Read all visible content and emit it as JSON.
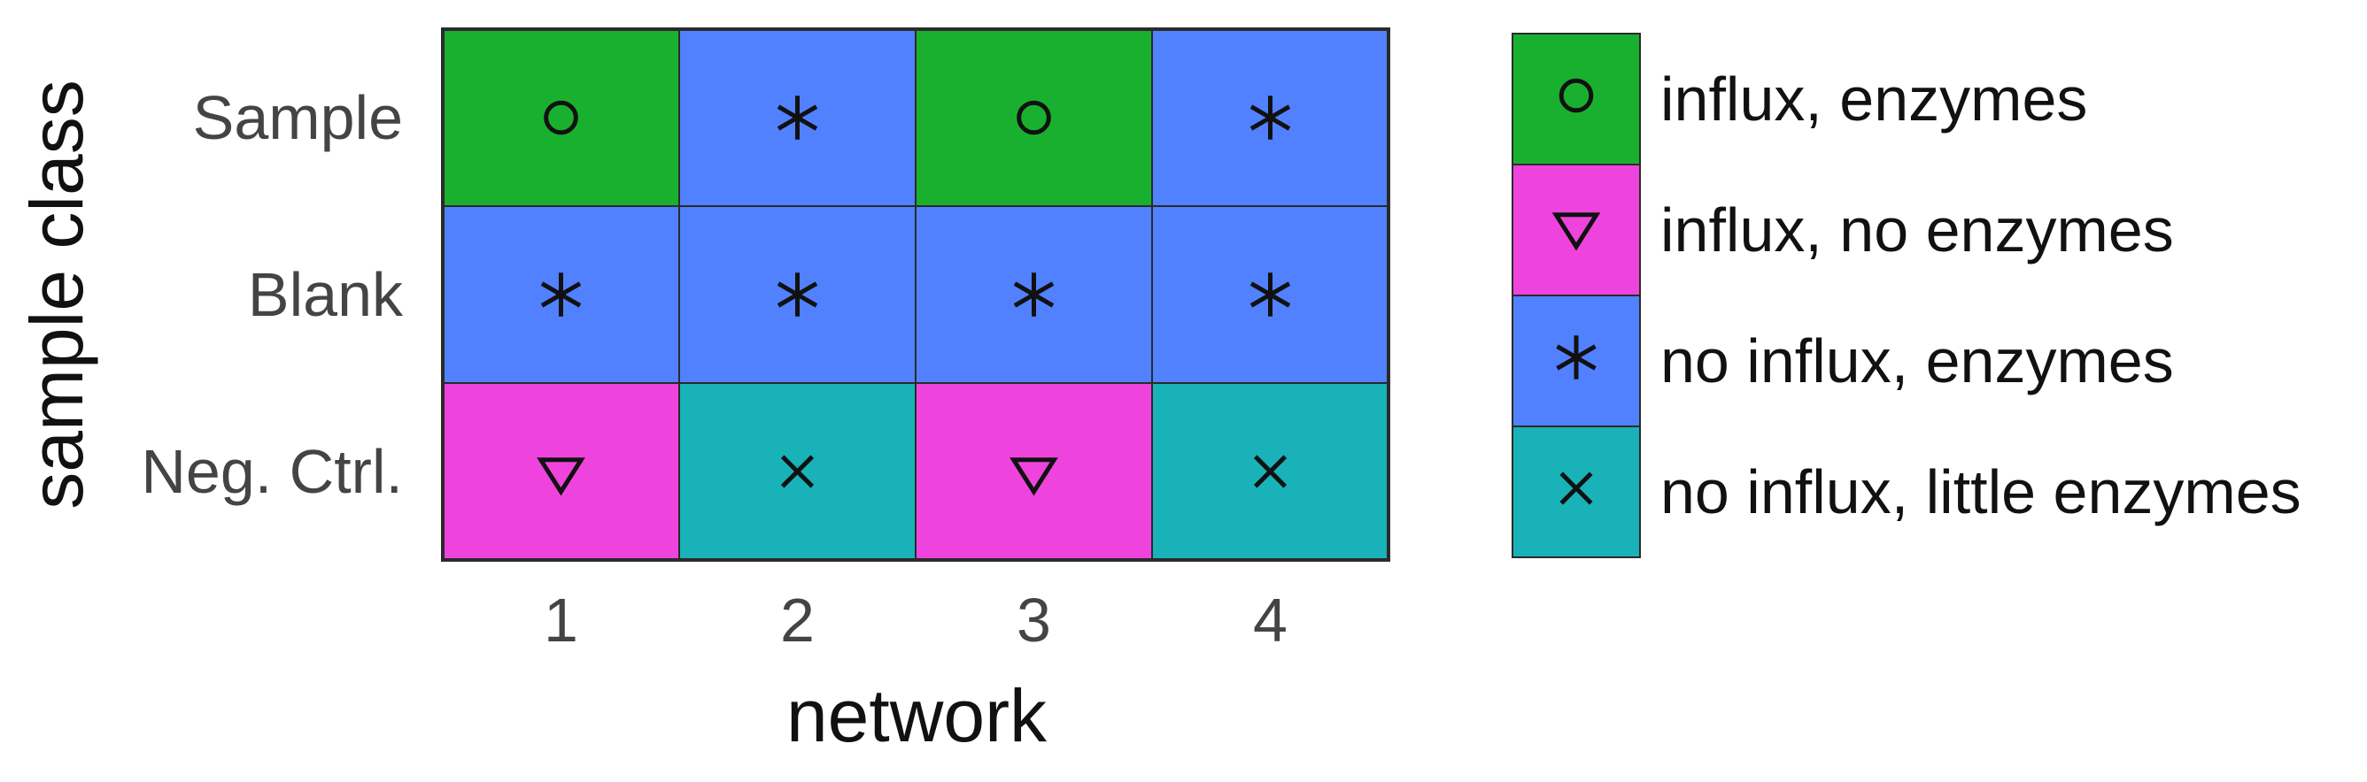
{
  "chart_data": {
    "type": "heatmap",
    "xlabel": "network",
    "ylabel": "sample class",
    "x_categories": [
      "1",
      "2",
      "3",
      "4"
    ],
    "y_categories": [
      "Sample",
      "Blank",
      "Neg. Ctrl."
    ],
    "grid": true,
    "legend_position": "right",
    "legend": [
      {
        "id": "ie",
        "label": "influx, enzymes",
        "marker": "circle",
        "color": "#1AB02F"
      },
      {
        "id": "ine",
        "label": "influx, no enzymes",
        "marker": "triangle",
        "color": "#EE44DD"
      },
      {
        "id": "nie",
        "label": "no influx, enzymes",
        "marker": "asterisk",
        "color": "#5181FF"
      },
      {
        "id": "nil",
        "label": "no influx, little enzymes",
        "marker": "cross",
        "color": "#18B2B8"
      }
    ],
    "cells": [
      [
        "ie",
        "nie",
        "ie",
        "nie"
      ],
      [
        "nie",
        "nie",
        "nie",
        "nie"
      ],
      [
        "ine",
        "nil",
        "ine",
        "nil"
      ]
    ]
  }
}
